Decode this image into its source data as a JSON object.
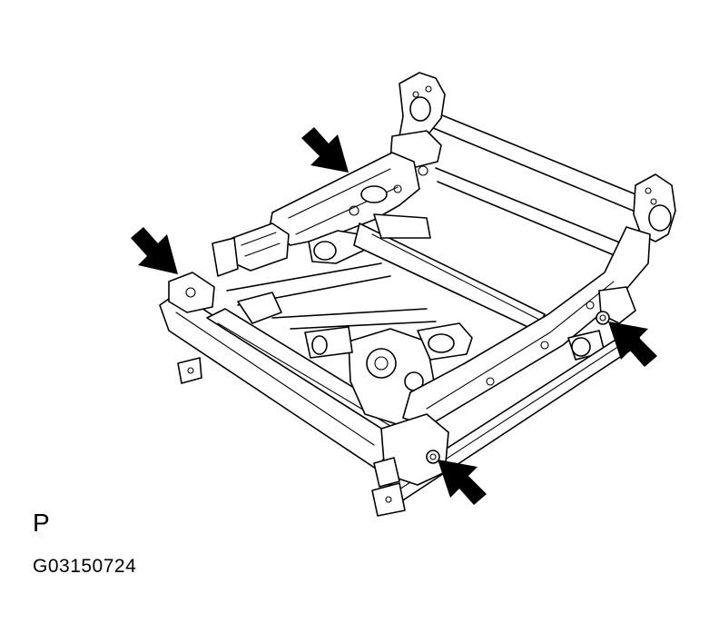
{
  "view_label": "P",
  "figure_id": "G03150724",
  "arrows": [
    {
      "name": "arrow-rear-left-bolt",
      "target": "bolt"
    },
    {
      "name": "arrow-front-left-bolt",
      "target": "bolt"
    },
    {
      "name": "arrow-rear-right-bolt",
      "target": "bolt"
    },
    {
      "name": "arrow-front-right-bolt",
      "target": "bolt"
    }
  ],
  "colors": {
    "line": "#000000",
    "background": "#ffffff"
  }
}
